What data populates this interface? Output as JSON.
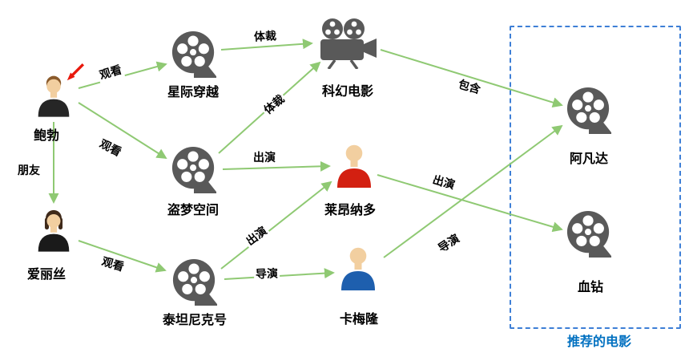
{
  "diagram": {
    "title_hidden": "",
    "recommendation_box": {
      "label": "推荐的电影"
    },
    "recommended_movies": [
      "阿凡达",
      "血钻"
    ],
    "nodes": [
      {
        "id": "bob",
        "type": "person",
        "label": "鲍勃"
      },
      {
        "id": "alice",
        "type": "person",
        "label": "爱丽丝"
      },
      {
        "id": "interstellar",
        "type": "movie",
        "label": "星际穿越"
      },
      {
        "id": "inception",
        "type": "movie",
        "label": "盗梦空间"
      },
      {
        "id": "titanic",
        "type": "movie",
        "label": "泰坦尼克号"
      },
      {
        "id": "scifi",
        "type": "genre-camera",
        "label": "科幻电影"
      },
      {
        "id": "leonardo",
        "type": "person",
        "label": "莱昂纳多"
      },
      {
        "id": "cameron",
        "type": "person",
        "label": "卡梅隆"
      },
      {
        "id": "avatar",
        "type": "movie",
        "label": "阿凡达"
      },
      {
        "id": "blood_diamond",
        "type": "movie",
        "label": "血钻"
      }
    ],
    "edges": [
      {
        "from": "鲍勃",
        "to": "星际穿越",
        "label": "观看"
      },
      {
        "from": "鲍勃",
        "to": "盗梦空间",
        "label": "观看"
      },
      {
        "from": "鲍勃",
        "to": "爱丽丝",
        "label": "朋友"
      },
      {
        "from": "爱丽丝",
        "to": "泰坦尼克号",
        "label": "观看"
      },
      {
        "from": "星际穿越",
        "to": "科幻电影",
        "label": "体裁"
      },
      {
        "from": "盗梦空间",
        "to": "科幻电影",
        "label": "体裁"
      },
      {
        "from": "盗梦空间",
        "to": "莱昂纳多",
        "label": "出演"
      },
      {
        "from": "泰坦尼克号",
        "to": "莱昂纳多",
        "label": "出演"
      },
      {
        "from": "泰坦尼克号",
        "to": "卡梅隆",
        "label": "导演"
      },
      {
        "from": "科幻电影",
        "to": "阿凡达",
        "label": "包含"
      },
      {
        "from": "莱昂纳多",
        "to": "血钻",
        "label": "出演"
      },
      {
        "from": "卡梅隆",
        "to": "阿凡达",
        "label": "导演"
      }
    ],
    "colors": {
      "edge_green": "#8fc973",
      "box_blue": "#3e7fd6",
      "recommend_label_blue": "#0070c0",
      "icon_gray": "#595959",
      "highlight_red": "#e8180c",
      "leonardo_shirt_red": "#d32011",
      "cameron_shirt_blue": "#1e5fae"
    }
  }
}
